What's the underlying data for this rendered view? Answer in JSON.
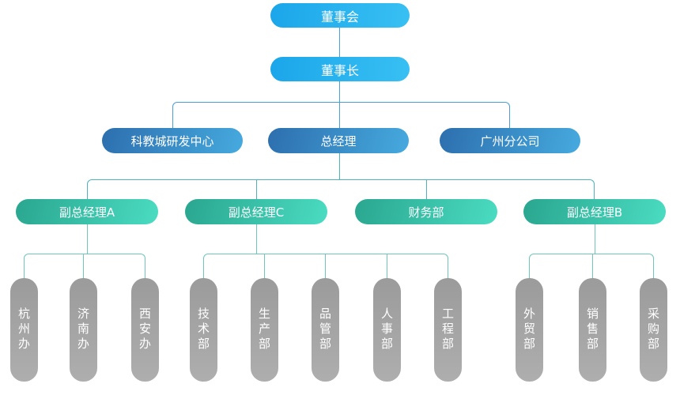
{
  "diagram": {
    "type": "org-chart",
    "levels": {
      "l1": [
        {
          "id": "board",
          "label": "董事会"
        }
      ],
      "l2": [
        {
          "id": "chairman",
          "label": "董事长"
        }
      ],
      "l3": [
        {
          "id": "rd-center",
          "label": "科教城研发中心"
        },
        {
          "id": "general-manager",
          "label": "总经理"
        },
        {
          "id": "guangzhou-branch",
          "label": "广州分公司"
        }
      ],
      "l4": [
        {
          "id": "deputy-gm-a",
          "label": "副总经理A"
        },
        {
          "id": "deputy-gm-c",
          "label": "副总经理C"
        },
        {
          "id": "finance-dept",
          "label": "财务部"
        },
        {
          "id": "deputy-gm-b",
          "label": "副总经理B"
        }
      ],
      "l5": [
        {
          "id": "hangzhou-office",
          "label": "杭州办"
        },
        {
          "id": "jinan-office",
          "label": "济南办"
        },
        {
          "id": "xian-office",
          "label": "西安办"
        },
        {
          "id": "tech-dept",
          "label": "技术部"
        },
        {
          "id": "production-dept",
          "label": "生产部"
        },
        {
          "id": "quality-dept",
          "label": "品管部"
        },
        {
          "id": "hr-dept",
          "label": "人事部"
        },
        {
          "id": "engineering-dept",
          "label": "工程部"
        },
        {
          "id": "foreign-trade-dept",
          "label": "外贸部"
        },
        {
          "id": "sales-dept",
          "label": "销售部"
        },
        {
          "id": "purchasing-dept",
          "label": "采购部"
        }
      ]
    },
    "hierarchy": {
      "董事会": [
        "董事长"
      ],
      "董事长": [
        "科教城研发中心",
        "总经理",
        "广州分公司"
      ],
      "总经理": [
        "副总经理A",
        "副总经理C",
        "财务部",
        "副总经理B"
      ],
      "副总经理A": [
        "杭州办",
        "济南办",
        "西安办"
      ],
      "副总经理C": [
        "技术部",
        "生产部",
        "品管部",
        "人事部",
        "工程部"
      ],
      "副总经理B": [
        "外贸部",
        "销售部",
        "采购部"
      ],
      "财务部": []
    }
  },
  "colors": {
    "css_vars": {
      "blue-pill-a": "#1ba6ea",
      "blue-pill-b": "#38c0f3",
      "steel-pill-a": "#2d6fae",
      "steel-pill-b": "#46aadf",
      "teal-pill-a": "#2aa68f",
      "teal-pill-b": "#4adcc2",
      "gray-pill-a": "#9b9b9b",
      "gray-pill-b": "#aeaeae",
      "line-blue": "#4aa0d8",
      "line-teal": "#4fb3bf",
      "line-teal-light": "#6fc6bb",
      "text-on-pill": "#ffffff"
    }
  }
}
